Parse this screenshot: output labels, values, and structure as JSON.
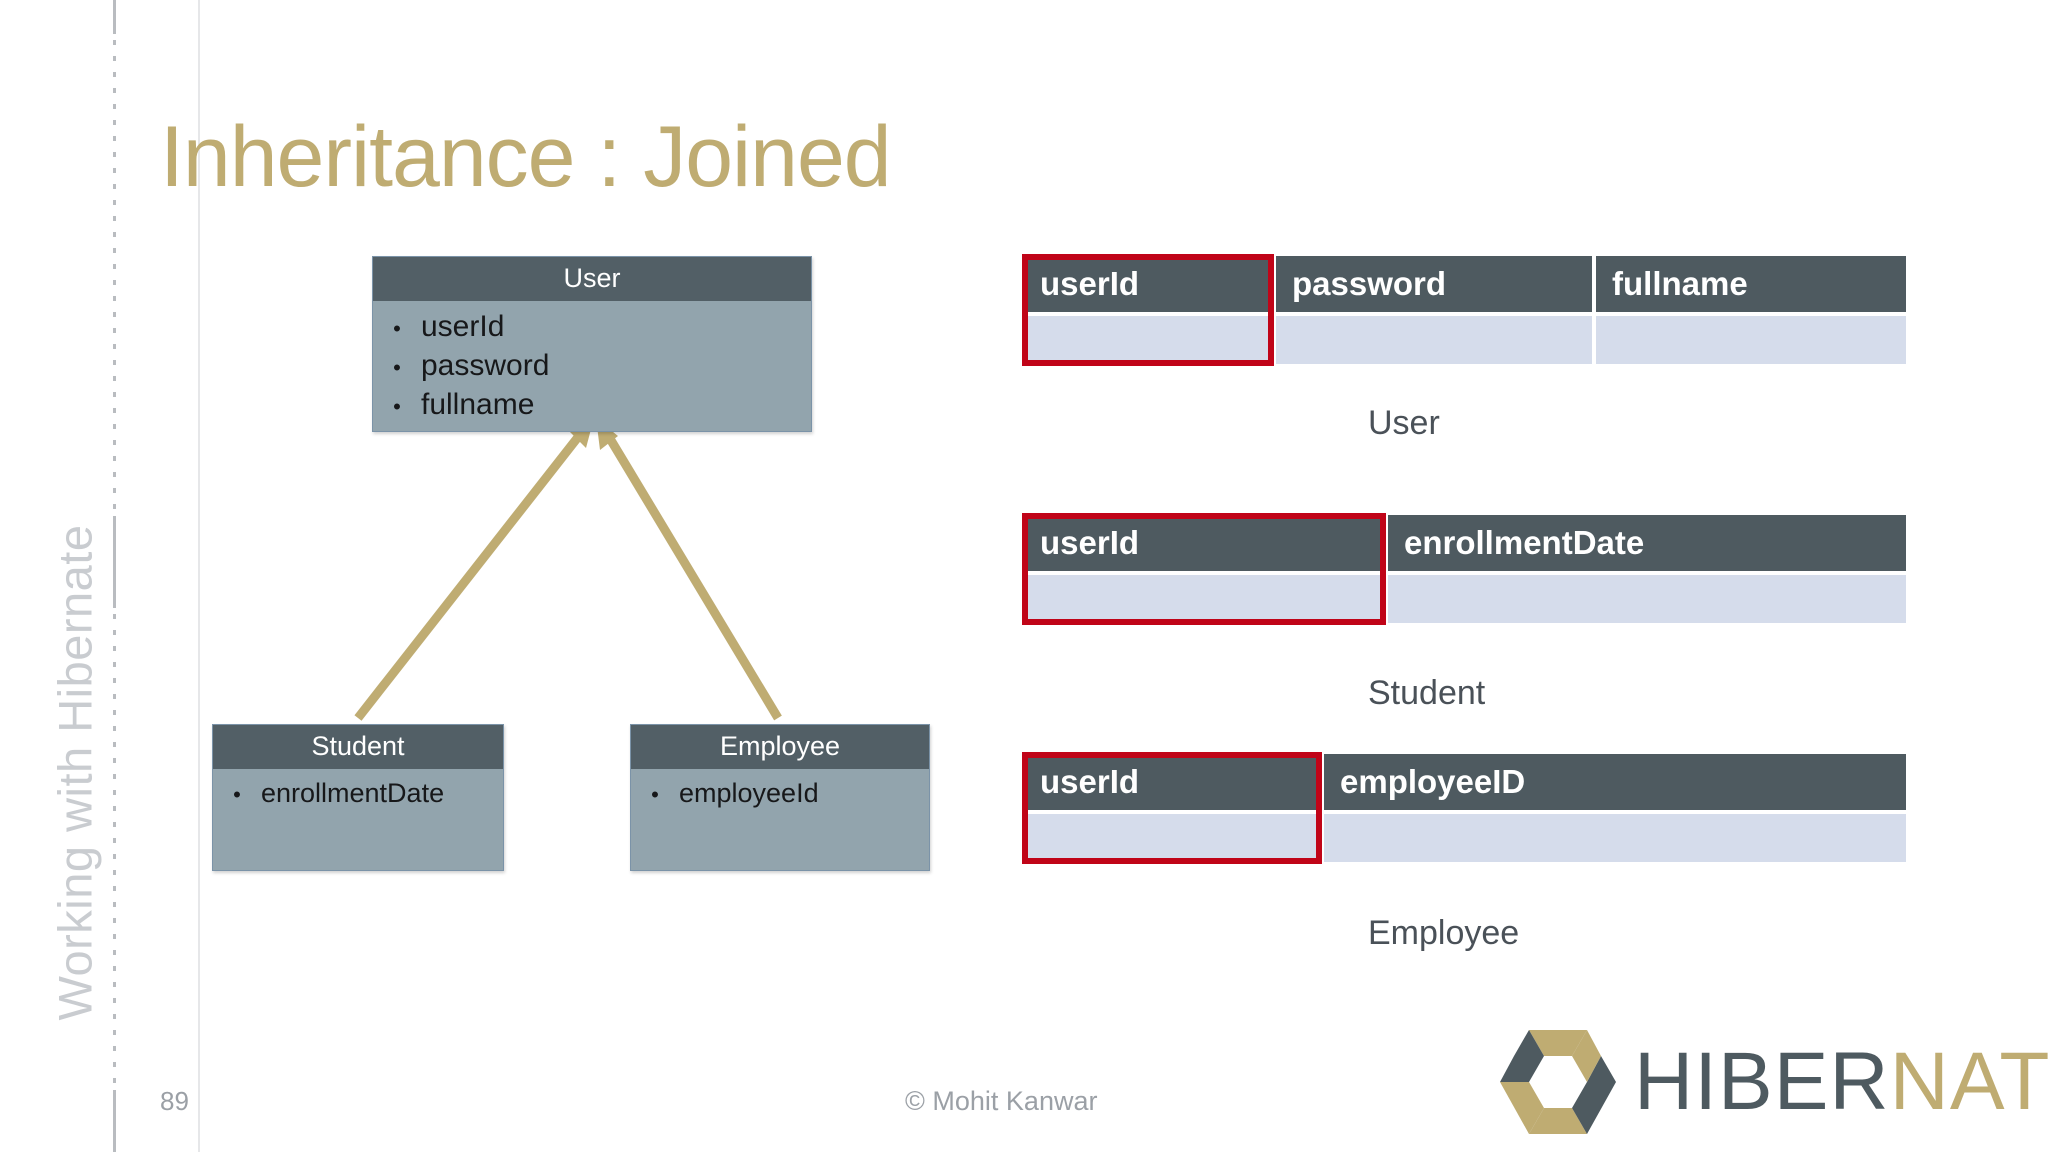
{
  "slide": {
    "title": "Inheritance : Joined",
    "side_title": "Working with Hibernate",
    "page_number": "89",
    "copyright": "© Mohit Kanwar",
    "colors": {
      "title": "#bfac72",
      "uml_header": "#525f66",
      "uml_body": "#92a4ad",
      "table_header": "#4e5a60",
      "table_row": "#d5dceb",
      "highlight": "#c00418",
      "arrow": "#bfac72",
      "caption": "#4a5158",
      "muted": "#9ba0a6"
    }
  },
  "uml": {
    "classes": [
      {
        "name": "User",
        "attributes": [
          "userId",
          "password",
          "fullname"
        ],
        "bullet": "•"
      },
      {
        "name": "Student",
        "attributes": [
          "enrollmentDate"
        ],
        "bullet": "•"
      },
      {
        "name": "Employee",
        "attributes": [
          "employeeId"
        ],
        "bullet": "•"
      }
    ],
    "relations": [
      {
        "from": "Student",
        "to": "User",
        "type": "inheritance-arrow"
      },
      {
        "from": "Employee",
        "to": "User",
        "type": "inheritance-arrow"
      }
    ]
  },
  "tables": [
    {
      "caption": "User",
      "columns": [
        "userId",
        "password",
        "fullname"
      ],
      "rows": [
        [
          "",
          "",
          ""
        ]
      ],
      "highlight_column": "userId"
    },
    {
      "caption": "Student",
      "columns": [
        "userId",
        "enrollmentDate"
      ],
      "rows": [
        [
          "",
          ""
        ]
      ],
      "highlight_column": "userId"
    },
    {
      "caption": "Employee",
      "columns": [
        "userId",
        "employeeID"
      ],
      "rows": [
        [
          "",
          ""
        ]
      ],
      "highlight_column": "userId"
    }
  ],
  "logo": {
    "part1": "HIBER",
    "part2": "NATE",
    "mark": "hexagon-cube"
  }
}
